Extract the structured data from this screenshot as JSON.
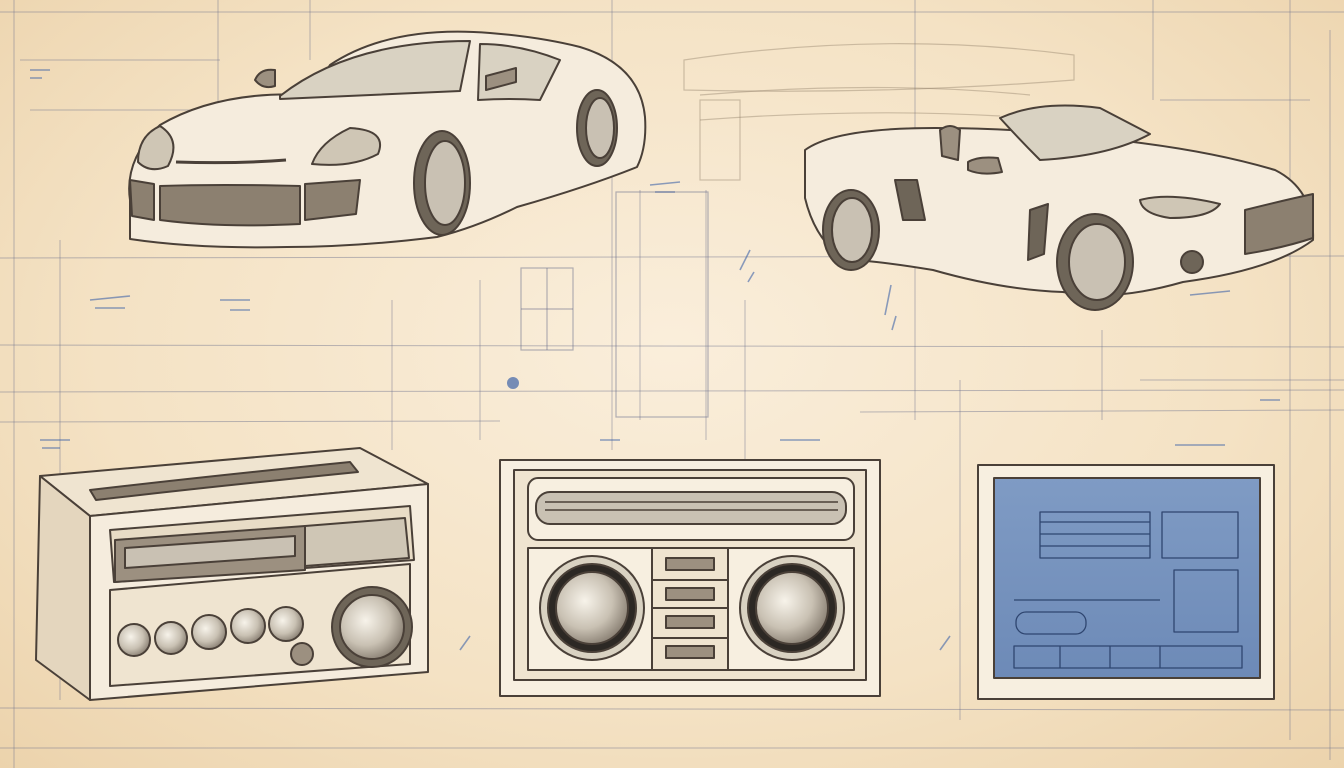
{
  "palette": {
    "paper": "#f4e2c4",
    "ink": "#4a4038",
    "blueprint_ink": "#3f64a8",
    "screen_blue": "#8fa8c8"
  },
  "objects": [
    {
      "name": "coupe-car",
      "kind": "sports coupe sketch"
    },
    {
      "name": "convertible-car",
      "kind": "convertible roadster sketch"
    },
    {
      "name": "car-radio-3d",
      "kind": "cassette car radio, perspective view"
    },
    {
      "name": "radio-faceplate",
      "kind": "radio front panel with two knobs"
    },
    {
      "name": "display-screen",
      "kind": "blue infotainment screen"
    }
  ]
}
